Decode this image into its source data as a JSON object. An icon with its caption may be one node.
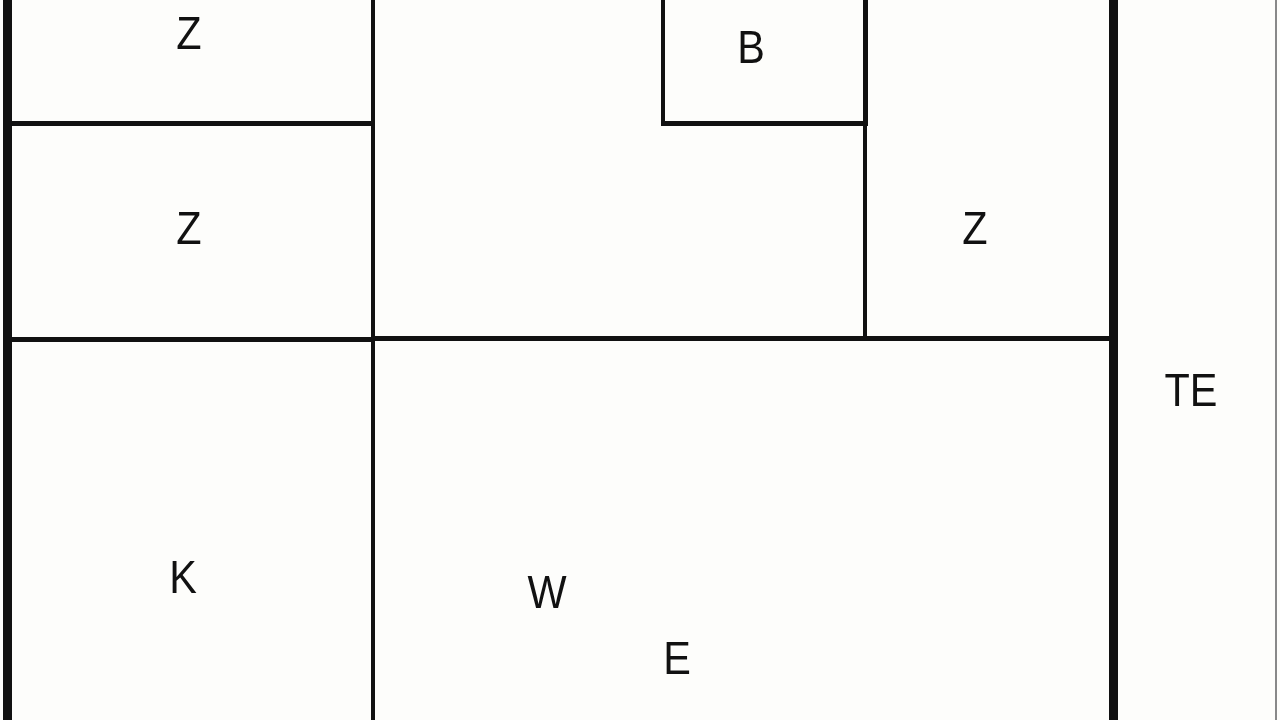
{
  "diagram": {
    "nodes": [
      {
        "text": [
          "Z"
        ]
      },
      {
        "text": [
          "Z"
        ]
      },
      {
        "text": [
          "B"
        ]
      },
      {
        "text": [
          "Z"
        ]
      },
      {
        "text": [
          "K"
        ]
      },
      {
        "text": [
          "W",
          "E"
        ]
      },
      {
        "text": [
          "TE"
        ]
      }
    ]
  }
}
